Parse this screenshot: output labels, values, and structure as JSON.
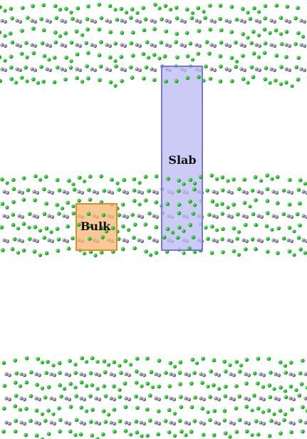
{
  "figure": {
    "atom_colors": {
      "green": "#22c22a",
      "green_dark": "#118a18",
      "gray": "#8c8c9c",
      "gray_dark": "#55556a"
    },
    "layer_count": 3
  },
  "regions": {
    "slab": {
      "label": "Slab",
      "fill_color": "#bcbcf4",
      "stroke_color": "#7777e0"
    },
    "bulk": {
      "label": "Bulk",
      "fill_color": "#f7b97a",
      "stroke_color": "#e58c2a"
    }
  }
}
